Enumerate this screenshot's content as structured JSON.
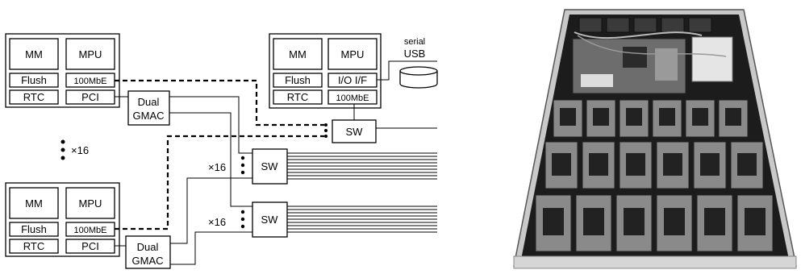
{
  "node_top": {
    "mm": "MM",
    "mpu": "MPU",
    "flush": "Flush",
    "nic": "100MbE",
    "rtc": "RTC",
    "pci": "PCI"
  },
  "node_bottom": {
    "mm": "MM",
    "mpu": "MPU",
    "flush": "Flush",
    "nic": "100MbE",
    "rtc": "RTC",
    "pci": "PCI"
  },
  "host": {
    "mm": "MM",
    "mpu": "MPU",
    "flush": "Flush",
    "io": "I/O I/F",
    "rtc": "RTC",
    "nic": "100MbE"
  },
  "gmac_top": {
    "line1": "Dual",
    "line2": "GMAC"
  },
  "gmac_bottom": {
    "line1": "Dual",
    "line2": "GMAC"
  },
  "switch_mgmt": "SW",
  "switch_upper": "SW",
  "switch_lower": "SW",
  "storage": {
    "line1": "serial",
    "line2": "USB"
  },
  "node_multiplier": "×16",
  "switch_upper_multiplier": "×16",
  "switch_lower_multiplier": "×16",
  "photo": {
    "subject": "server-chassis-photo"
  }
}
